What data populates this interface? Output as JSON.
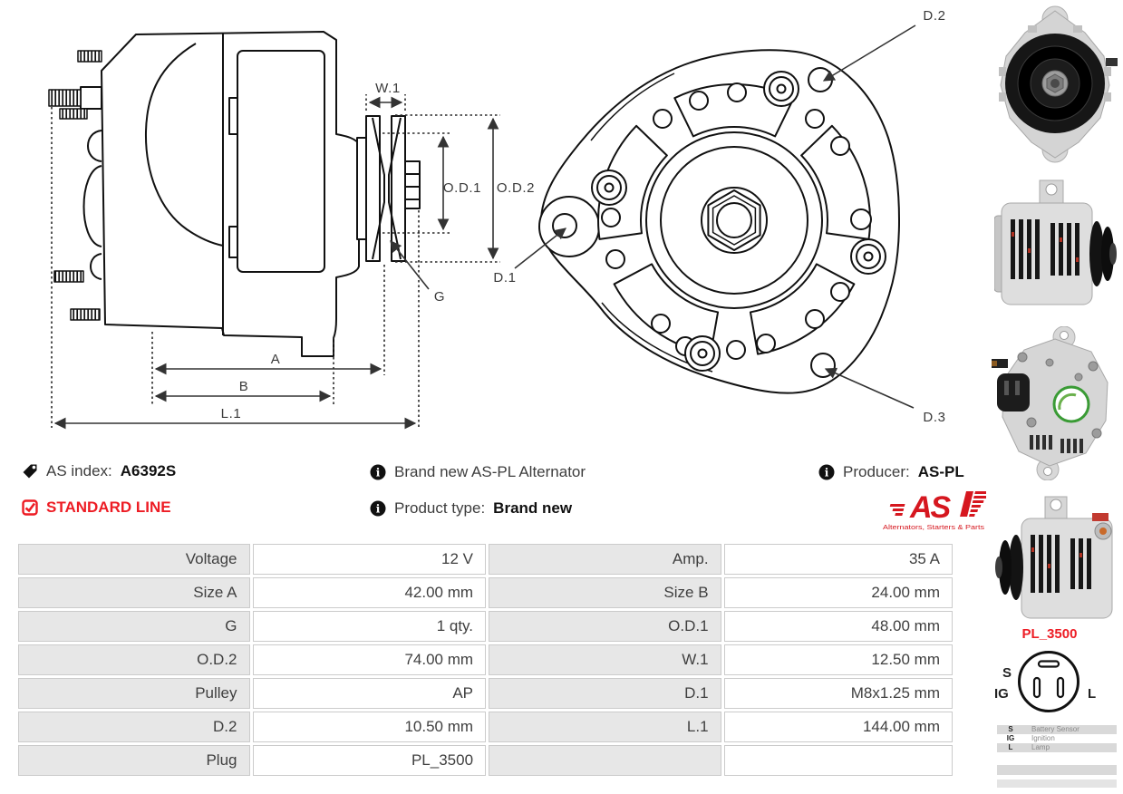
{
  "side_drawing": {
    "dim_w1": "W.1",
    "dim_od1": "O.D.1",
    "dim_od2": "O.D.2",
    "dim_g": "G",
    "dim_a": "A",
    "dim_b": "B",
    "dim_l1": "L.1"
  },
  "front_drawing": {
    "dim_d1": "D.1",
    "dim_d2": "D.2",
    "dim_d3": "D.3"
  },
  "info": {
    "as_index_label": "AS index:",
    "as_index_value": "A6392S",
    "line_badge": "STANDARD LINE",
    "brand_new": "Brand new AS-PL Alternator",
    "product_type_label": "Product type:",
    "product_type_value": "Brand new",
    "producer_label": "Producer:",
    "producer_value": "AS-PL"
  },
  "logo": {
    "as": "AS",
    "tagline": "Alternators, Starters & Parts"
  },
  "plug": {
    "name": "PL_3500",
    "pin_s": "S",
    "pin_ig": "IG",
    "pin_l": "L",
    "legend": [
      {
        "pin": "S",
        "desc": "Battery Sensor"
      },
      {
        "pin": "IG",
        "desc": "Ignition"
      },
      {
        "pin": "L",
        "desc": "Lamp"
      }
    ]
  },
  "spec": {
    "rows": [
      {
        "l1": "Voltage",
        "v1": "12 V",
        "l2": "Amp.",
        "v2": "35 A"
      },
      {
        "l1": "Size A",
        "v1": "42.00 mm",
        "l2": "Size B",
        "v2": "24.00 mm"
      },
      {
        "l1": "G",
        "v1": "1 qty.",
        "l2": "O.D.1",
        "v2": "48.00 mm"
      },
      {
        "l1": "O.D.2",
        "v1": "74.00 mm",
        "l2": "W.1",
        "v2": "12.50 mm"
      },
      {
        "l1": "Pulley",
        "v1": "AP",
        "l2": "D.1",
        "v2": "M8x1.25 mm"
      },
      {
        "l1": "D.2",
        "v1": "10.50 mm",
        "l2": "L.1",
        "v2": "144.00 mm"
      },
      {
        "l1": "Plug",
        "v1": "PL_3500",
        "l2": "",
        "v2": ""
      }
    ]
  },
  "colors": {
    "accent_red": "#ed1c24",
    "logo_red": "#d6171f",
    "table_label_bg": "#e7e7e7",
    "table_border": "#cbcbcb",
    "body_text": "#3f3f3f"
  }
}
